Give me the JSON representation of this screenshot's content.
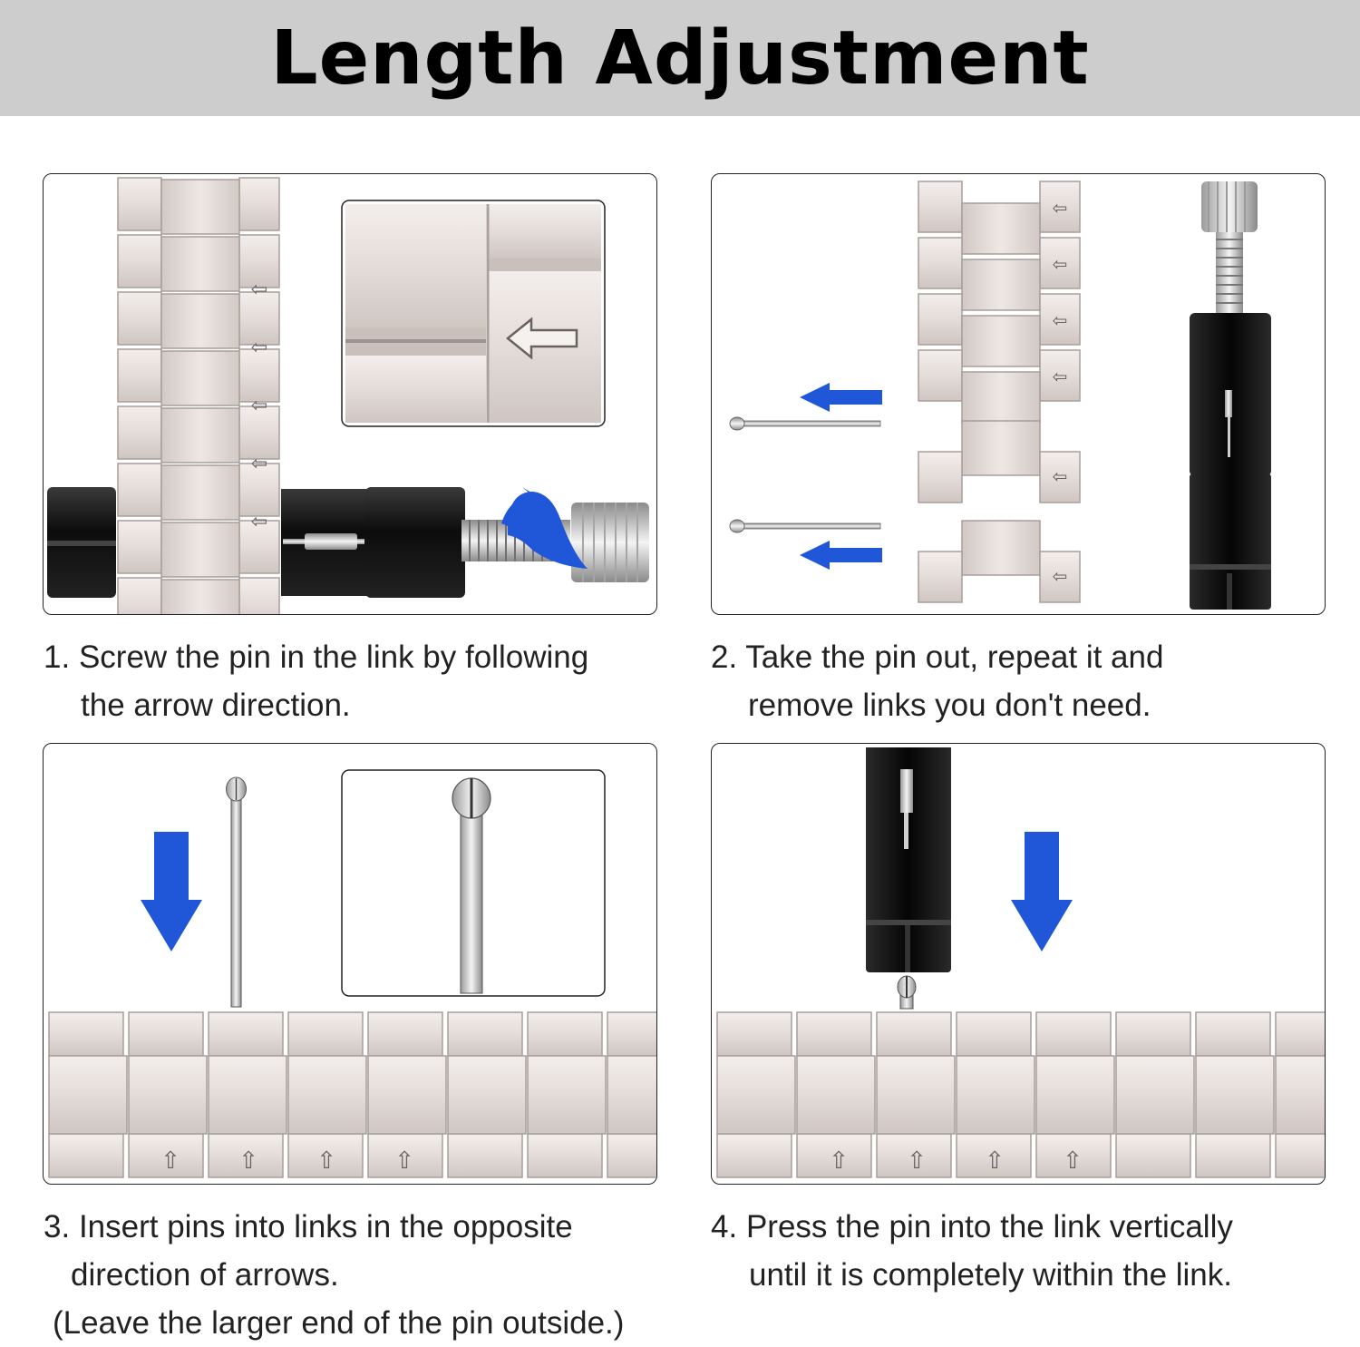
{
  "title": "Length Adjustment",
  "colors": {
    "header_bg": "#cdcdcd",
    "arrow_blue": "#1f57d8",
    "link_metal": "#e6dedb",
    "tool_black": "#111111"
  },
  "steps": [
    {
      "number": "1.",
      "lines": [
        "Screw the pin in the link by following",
        "the arrow direction."
      ],
      "icons": [
        "watch-band-icon",
        "link-arrow-closeup-icon",
        "pin-remover-tool-icon",
        "curved-arrow-icon"
      ]
    },
    {
      "number": "2.",
      "lines": [
        "Take the pin out, repeat it and",
        "remove links you don't need."
      ],
      "icons": [
        "watch-band-icon",
        "pin-icon",
        "left-arrow-icon",
        "pin-remover-tool-icon"
      ]
    },
    {
      "number": "3.",
      "lines": [
        "Insert pins into links in the opposite",
        "direction of arrows.",
        "(Leave the larger end of the pin outside.)"
      ],
      "icons": [
        "down-arrow-icon",
        "pin-icon",
        "pin-closeup-icon",
        "watch-band-icon"
      ]
    },
    {
      "number": "4.",
      "lines": [
        "Press the pin into the link vertically",
        "until it is completely within the link."
      ],
      "icons": [
        "pin-remover-tool-icon",
        "down-arrow-icon",
        "watch-band-icon"
      ]
    }
  ]
}
